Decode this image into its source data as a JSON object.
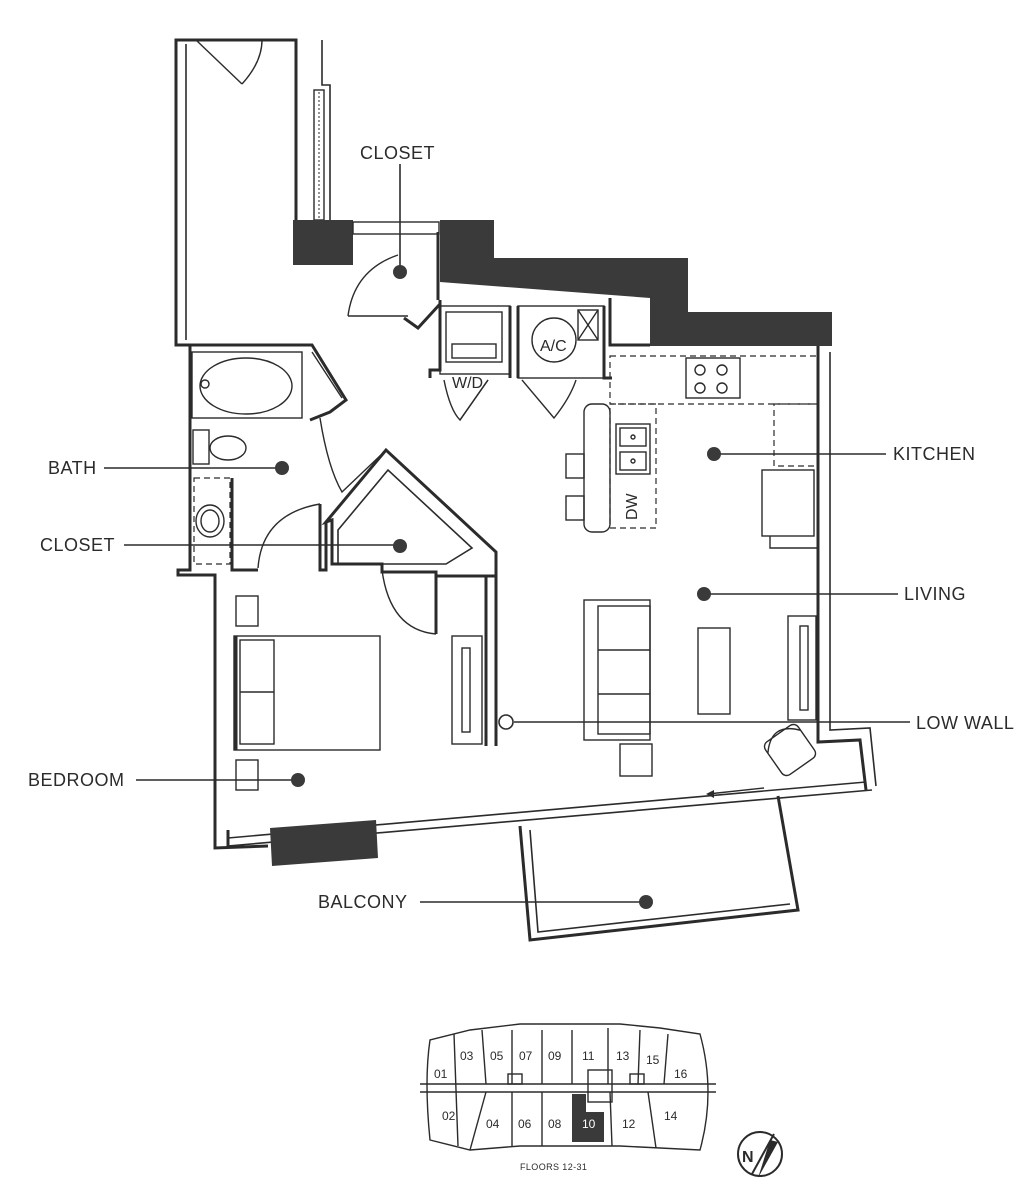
{
  "rooms": {
    "closet_top": "CLOSET",
    "bath": "BATH",
    "closet_mid": "CLOSET",
    "bedroom": "BEDROOM",
    "balcony": "BALCONY",
    "kitchen": "KITCHEN",
    "living": "LIVING",
    "low_wall": "LOW WALL"
  },
  "fixtures": {
    "washer_dryer": "W/D",
    "ac": "A/C",
    "dishwasher": "DW"
  },
  "keyplan": {
    "units": [
      "01",
      "02",
      "03",
      "04",
      "05",
      "06",
      "07",
      "08",
      "09",
      "10",
      "11",
      "12",
      "13",
      "14",
      "15",
      "16"
    ],
    "highlighted_unit": "10",
    "floors_label": "FLOORS 12-31"
  },
  "compass": {
    "north": "N"
  },
  "colors": {
    "ink": "#2b2b2b",
    "solid": "#3a3a3a",
    "background": "#ffffff"
  }
}
